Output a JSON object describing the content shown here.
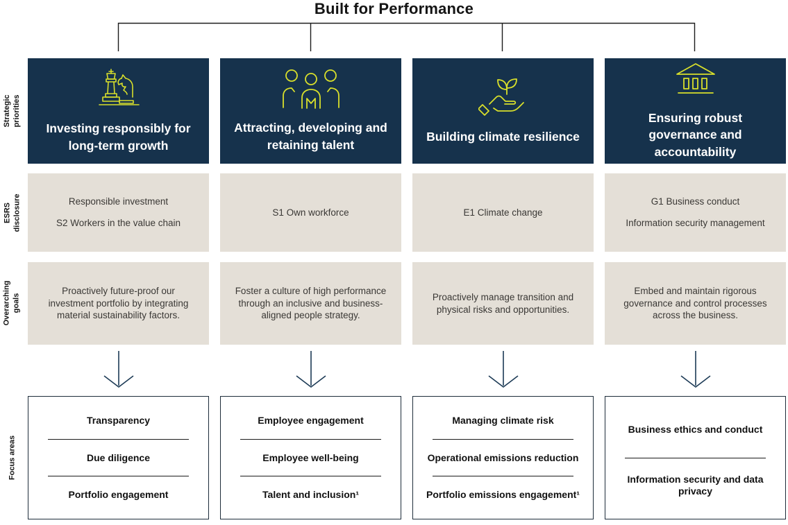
{
  "title": "Built for Performance",
  "row_labels": {
    "strategic": "Strategic\npriorities",
    "esrs": "ESRS\ndisclosure",
    "goals": "Overarching\ngoals",
    "focus": "Focus areas"
  },
  "colors": {
    "navy": "#16324c",
    "lime": "#d9e02b",
    "beige": "#e4dfd7",
    "ink": "#1a1a1a",
    "body_text": "#3a3835"
  },
  "columns": [
    {
      "icon": "chess-strategy-icon",
      "title": "Investing responsibly for long-term growth",
      "esrs": [
        "Responsible investment",
        "S2 Workers in the value chain"
      ],
      "goal": "Proactively future-proof our investment portfolio by integrating material sustainability factors.",
      "focus": [
        "Transparency",
        "Due diligence",
        "Portfolio engagement"
      ]
    },
    {
      "icon": "people-icon",
      "title": "Attracting, developing and retaining talent",
      "esrs": [
        "S1 Own workforce"
      ],
      "goal": "Foster a culture of high performance through an inclusive and business-aligned people strategy.",
      "focus": [
        "Employee engagement",
        "Employee well-being",
        "Talent and inclusion¹"
      ]
    },
    {
      "icon": "hand-plant-icon",
      "title": "Building climate resilience",
      "esrs": [
        "E1 Climate change"
      ],
      "goal": "Proactively manage transition and physical risks and opportunities.",
      "focus": [
        "Managing climate risk",
        "Operational emissions reduction",
        "Portfolio emissions engagement¹"
      ]
    },
    {
      "icon": "bank-icon",
      "title": "Ensuring robust governance and accountability",
      "esrs": [
        "G1 Business conduct",
        "Information security management"
      ],
      "goal": "Embed and maintain rigorous governance and control processes across the business.",
      "focus": [
        "Business ethics and conduct",
        "Information security and data privacy"
      ]
    }
  ]
}
